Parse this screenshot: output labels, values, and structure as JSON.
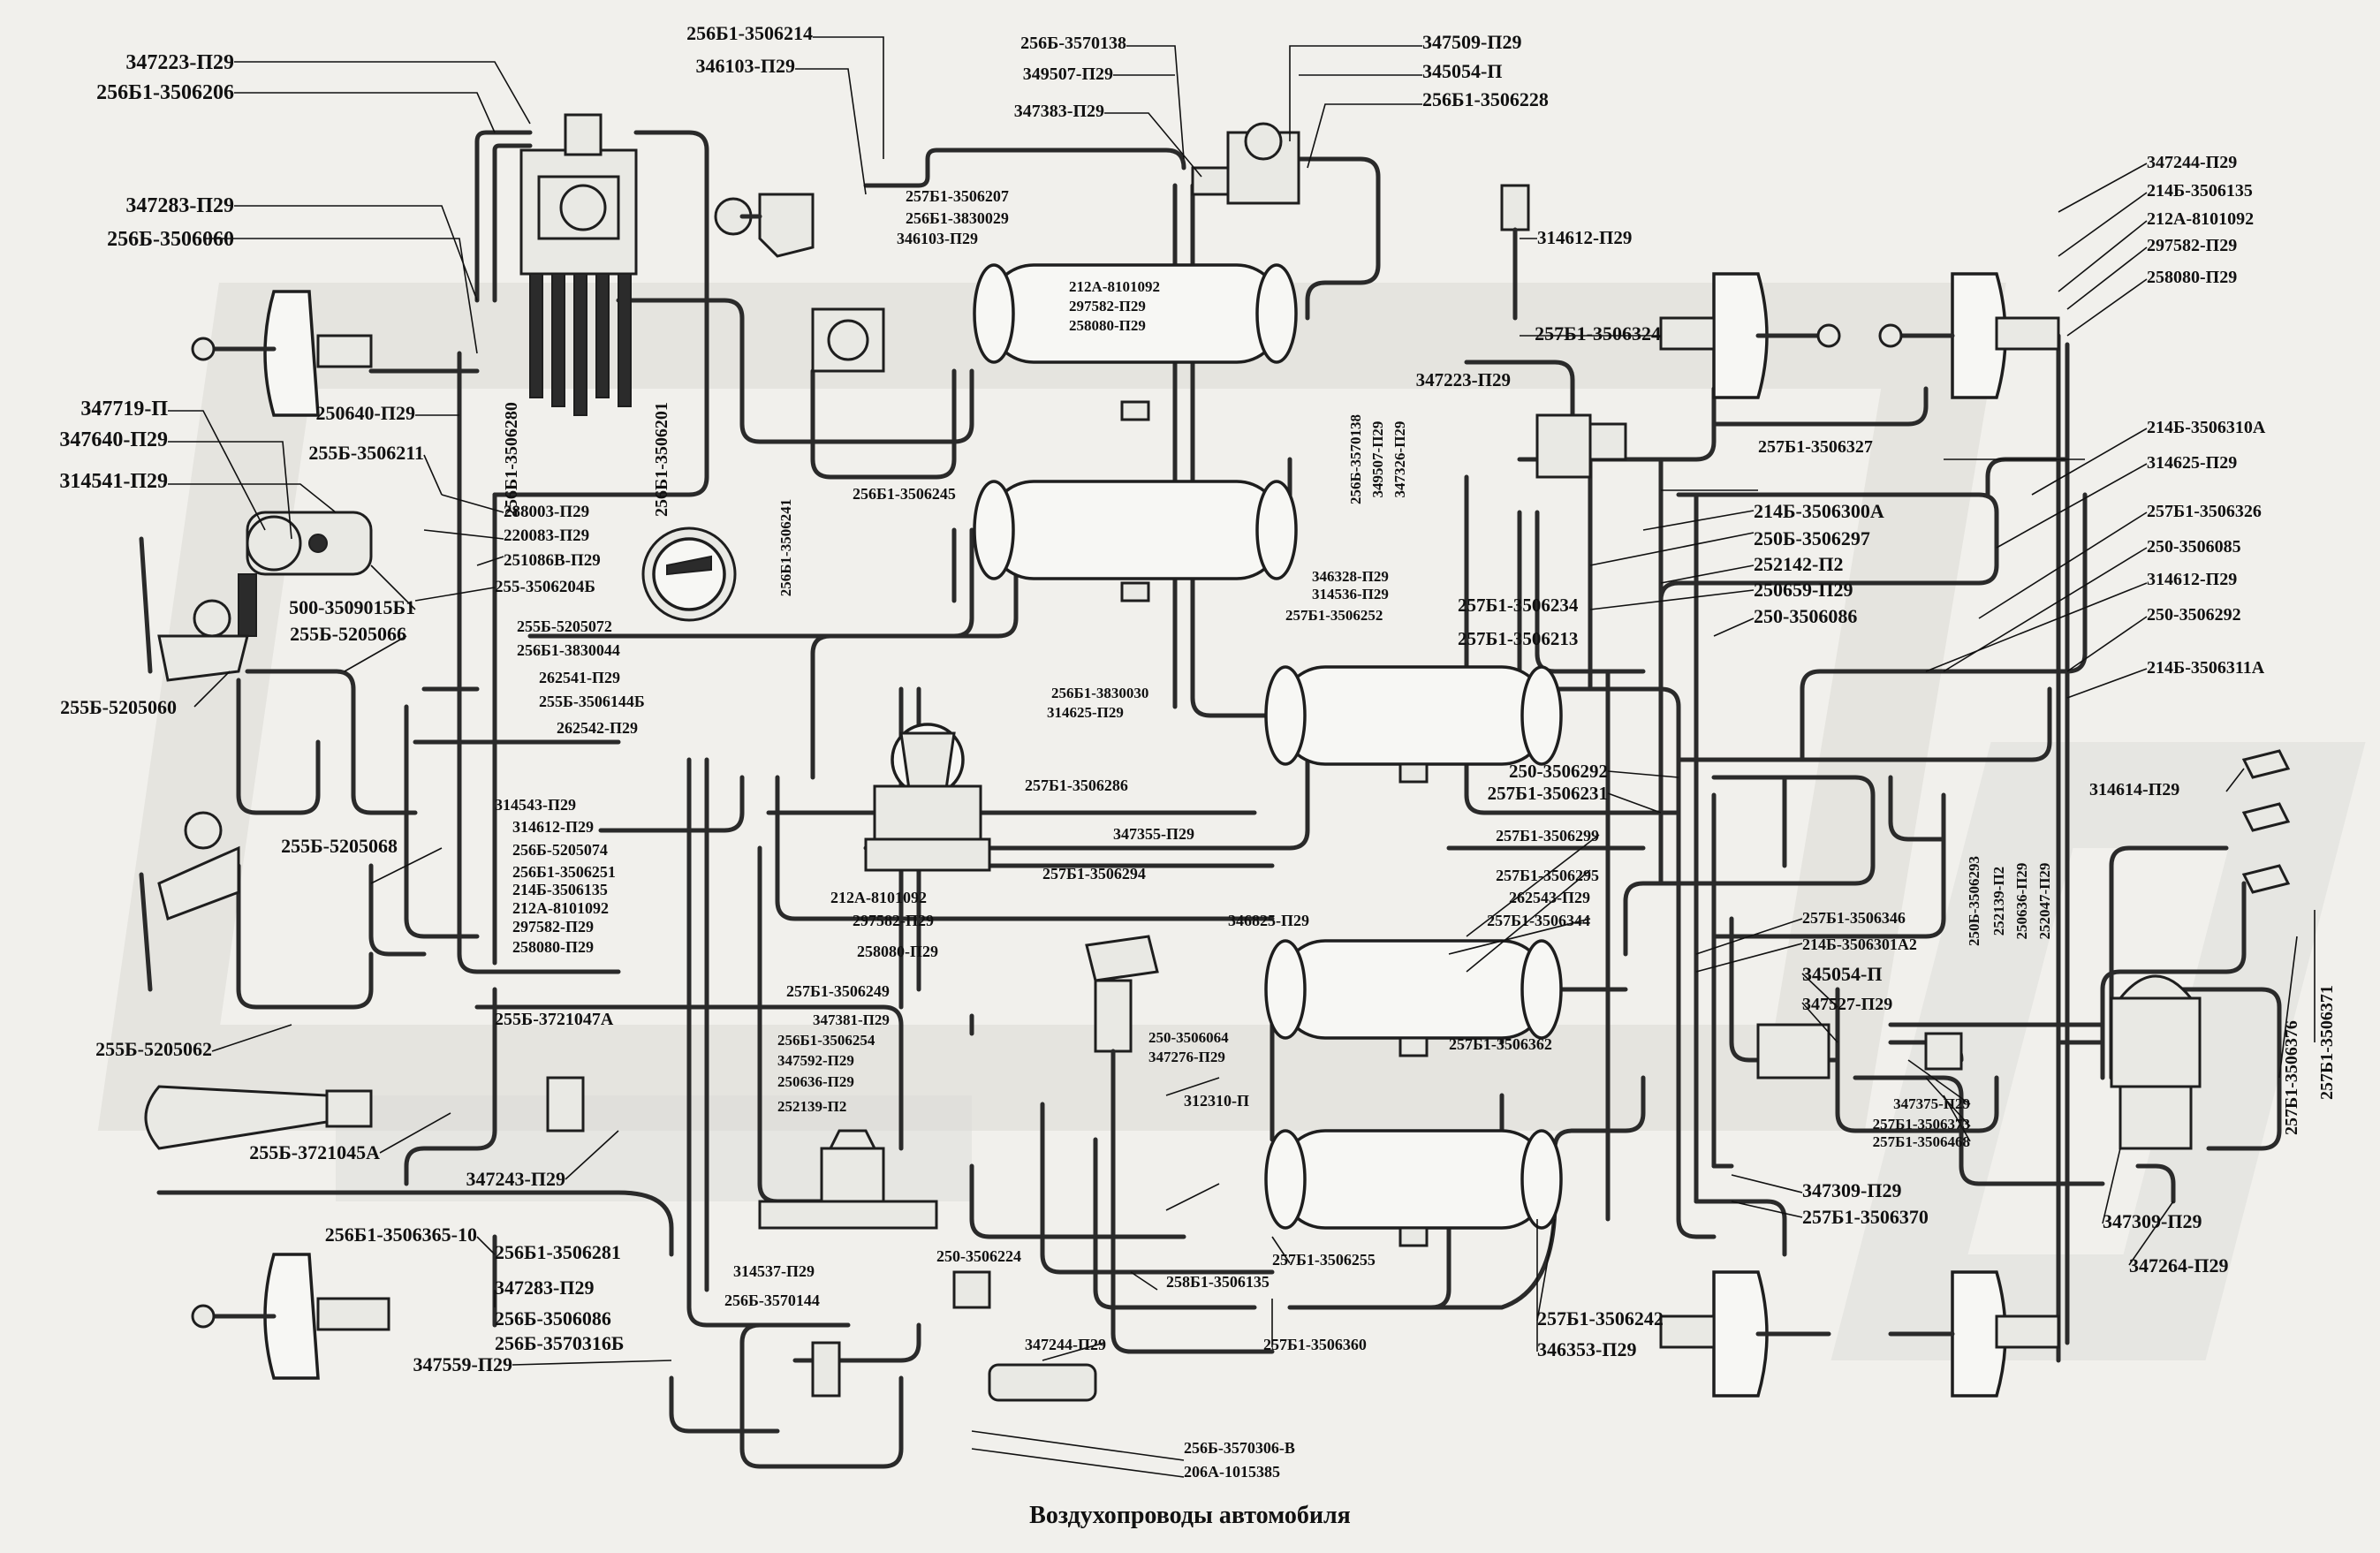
{
  "caption": "Воздухопроводы автомобиля",
  "labels": [
    {
      "id": "l1",
      "text": "347223-П29"
    },
    {
      "id": "l2",
      "text": "256Б1-3506206"
    },
    {
      "id": "l3",
      "text": "347283-П29"
    },
    {
      "id": "l4",
      "text": "256Б-3506060"
    },
    {
      "id": "l5",
      "text": "347719-П"
    },
    {
      "id": "l6",
      "text": "347640-П29"
    },
    {
      "id": "l7",
      "text": "314541-П29"
    },
    {
      "id": "l8",
      "text": "250640-П29"
    },
    {
      "id": "l9",
      "text": "255Б-3506211"
    },
    {
      "id": "l10",
      "text": "256Б1-3506280"
    },
    {
      "id": "l11",
      "text": "256Б1-3506201"
    },
    {
      "id": "l12",
      "text": "288003-П29"
    },
    {
      "id": "l13",
      "text": "220083-П29"
    },
    {
      "id": "l14",
      "text": "251086В-П29"
    },
    {
      "id": "l15",
      "text": "255-3506204Б"
    },
    {
      "id": "l16",
      "text": "500-3509015Б1"
    },
    {
      "id": "l17",
      "text": "255Б-5205066"
    },
    {
      "id": "l18",
      "text": "255Б-5205060"
    },
    {
      "id": "l19",
      "text": "255Б-5205068"
    },
    {
      "id": "l20",
      "text": "255Б-5205062"
    },
    {
      "id": "l21",
      "text": "255Б-3721045А"
    },
    {
      "id": "l22",
      "text": "347243-П29"
    },
    {
      "id": "l23",
      "text": "256Б1-3506365-10"
    },
    {
      "id": "l24",
      "text": "256Б1-3506281"
    },
    {
      "id": "l25",
      "text": "347283-П29"
    },
    {
      "id": "l26",
      "text": "256Б-3506086"
    },
    {
      "id": "l27",
      "text": "256Б-3570316Б"
    },
    {
      "id": "l28",
      "text": "347559-П29"
    },
    {
      "id": "l29",
      "text": "256Б1-3506214"
    },
    {
      "id": "l30",
      "text": "346103-П29"
    },
    {
      "id": "l31",
      "text": "256Б-3570138"
    },
    {
      "id": "l32",
      "text": "349507-П29"
    },
    {
      "id": "l33",
      "text": "347383-П29"
    },
    {
      "id": "l34",
      "text": "347509-П29"
    },
    {
      "id": "l35",
      "text": "345054-П"
    },
    {
      "id": "l36",
      "text": "256Б1-3506228"
    },
    {
      "id": "l37",
      "text": "257Б1-3506207"
    },
    {
      "id": "l38",
      "text": "256Б1-3830029"
    },
    {
      "id": "l39",
      "text": "346103-П29"
    },
    {
      "id": "l40",
      "text": "212А-8101092"
    },
    {
      "id": "l41",
      "text": "297582-П29"
    },
    {
      "id": "l42",
      "text": "258080-П29"
    },
    {
      "id": "l43",
      "text": "314612-П29"
    },
    {
      "id": "l44",
      "text": "257Б1-3506324"
    },
    {
      "id": "l45",
      "text": "347223-П29"
    },
    {
      "id": "l46",
      "text": "256Б-3570138"
    },
    {
      "id": "l47",
      "text": "349507-П29"
    },
    {
      "id": "l48",
      "text": "347326-П29"
    },
    {
      "id": "l49",
      "text": "256Б1-3506241"
    },
    {
      "id": "l50",
      "text": "256Б1-3506245"
    },
    {
      "id": "l51",
      "text": "255Б-5205072"
    },
    {
      "id": "l52",
      "text": "256Б1-3830044"
    },
    {
      "id": "l53",
      "text": "262541-П29"
    },
    {
      "id": "l54",
      "text": "255Б-3506144Б"
    },
    {
      "id": "l55",
      "text": "262542-П29"
    },
    {
      "id": "l56",
      "text": "314543-П29"
    },
    {
      "id": "l57",
      "text": "314612-П29"
    },
    {
      "id": "l58",
      "text": "256Б-5205074"
    },
    {
      "id": "l59",
      "text": "256Б1-3506251"
    },
    {
      "id": "l60",
      "text": "214Б-3506135"
    },
    {
      "id": "l61",
      "text": "212А-8101092"
    },
    {
      "id": "l62",
      "text": "297582-П29"
    },
    {
      "id": "l63",
      "text": "258080-П29"
    },
    {
      "id": "l64",
      "text": "346328-П29"
    },
    {
      "id": "l65",
      "text": "314536-П29"
    },
    {
      "id": "l66",
      "text": "257Б1-3506252"
    },
    {
      "id": "l67",
      "text": "257Б1-3506234"
    },
    {
      "id": "l68",
      "text": "257Б1-3506213"
    },
    {
      "id": "l69",
      "text": "256Б1-3830030"
    },
    {
      "id": "l70",
      "text": "314625-П29"
    },
    {
      "id": "l71",
      "text": "257Б1-3506286"
    },
    {
      "id": "l72",
      "text": "347355-П29"
    },
    {
      "id": "l73",
      "text": "257Б1-3506294"
    },
    {
      "id": "l74",
      "text": "212А-8101092"
    },
    {
      "id": "l75",
      "text": "297582-П29"
    },
    {
      "id": "l76",
      "text": "258080-П29"
    },
    {
      "id": "l77",
      "text": "346825-П29"
    },
    {
      "id": "l78",
      "text": "257Б1-3506249"
    },
    {
      "id": "l79",
      "text": "255Б-3721047А"
    },
    {
      "id": "l80",
      "text": "347381-П29"
    },
    {
      "id": "l81",
      "text": "256Б1-3506254"
    },
    {
      "id": "l82",
      "text": "347592-П29"
    },
    {
      "id": "l83",
      "text": "250636-П29"
    },
    {
      "id": "l84",
      "text": "252139-П2"
    },
    {
      "id": "l85",
      "text": "250-3506064"
    },
    {
      "id": "l86",
      "text": "347276-П29"
    },
    {
      "id": "l87",
      "text": "312310-П"
    },
    {
      "id": "l88",
      "text": "314537-П29"
    },
    {
      "id": "l89",
      "text": "250-3506224"
    },
    {
      "id": "l90",
      "text": "256Б-3570144"
    },
    {
      "id": "l91",
      "text": "258Б1-3506135"
    },
    {
      "id": "l92",
      "text": "257Б1-3506255"
    },
    {
      "id": "l93",
      "text": "347244-П29"
    },
    {
      "id": "l94",
      "text": "257Б1-3506360"
    },
    {
      "id": "l95",
      "text": "256Б-3570306-В"
    },
    {
      "id": "l96",
      "text": "206А-1015385"
    },
    {
      "id": "l97",
      "text": "257Б1-3506362"
    },
    {
      "id": "l98",
      "text": "257Б1-3506242"
    },
    {
      "id": "l99",
      "text": "346353-П29"
    },
    {
      "id": "l100",
      "text": "347244-П29"
    },
    {
      "id": "l101",
      "text": "214Б-3506135"
    },
    {
      "id": "l102",
      "text": "212А-8101092"
    },
    {
      "id": "l103",
      "text": "297582-П29"
    },
    {
      "id": "l104",
      "text": "258080-П29"
    },
    {
      "id": "l105",
      "text": "257Б1-3506327"
    },
    {
      "id": "l106",
      "text": "214Б-3506310А"
    },
    {
      "id": "l107",
      "text": "314625-П29"
    },
    {
      "id": "l108",
      "text": "214Б-3506300А"
    },
    {
      "id": "l109",
      "text": "257Б1-3506326"
    },
    {
      "id": "l110",
      "text": "250Б-3506297"
    },
    {
      "id": "l111",
      "text": "250-3506085"
    },
    {
      "id": "l112",
      "text": "252142-П2"
    },
    {
      "id": "l113",
      "text": "250659-П29"
    },
    {
      "id": "l114",
      "text": "314612-П29"
    },
    {
      "id": "l115",
      "text": "250-3506086"
    },
    {
      "id": "l116",
      "text": "250-3506292"
    },
    {
      "id": "l117",
      "text": "214Б-3506311А"
    },
    {
      "id": "l118",
      "text": "250-3506292"
    },
    {
      "id": "l119",
      "text": "257Б1-3506231"
    },
    {
      "id": "l120",
      "text": "257Б1-3506299"
    },
    {
      "id": "l121",
      "text": "257Б1-3506295"
    },
    {
      "id": "l122",
      "text": "262543-П29"
    },
    {
      "id": "l123",
      "text": "257Б1-3506344"
    },
    {
      "id": "l124",
      "text": "314614-П29"
    },
    {
      "id": "l125",
      "text": "250Б-3506293"
    },
    {
      "id": "l126",
      "text": "252139-П2"
    },
    {
      "id": "l127",
      "text": "250636-П29"
    },
    {
      "id": "l128",
      "text": "252047-П29"
    },
    {
      "id": "l129",
      "text": "257Б1-3506346"
    },
    {
      "id": "l130",
      "text": "214Б-3506301А2"
    },
    {
      "id": "l131",
      "text": "345054-П"
    },
    {
      "id": "l132",
      "text": "347527-П29"
    },
    {
      "id": "l133",
      "text": "347375-П29"
    },
    {
      "id": "l134",
      "text": "257Б1-3506373"
    },
    {
      "id": "l135",
      "text": "257Б1-3506468"
    },
    {
      "id": "l136",
      "text": "347309-П29"
    },
    {
      "id": "l137",
      "text": "257Б1-3506370"
    },
    {
      "id": "l138",
      "text": "347309-П29"
    },
    {
      "id": "l139",
      "text": "347264-П29"
    },
    {
      "id": "l140",
      "text": "257Б1-3506376"
    },
    {
      "id": "l141",
      "text": "257Б1-3506371"
    }
  ]
}
